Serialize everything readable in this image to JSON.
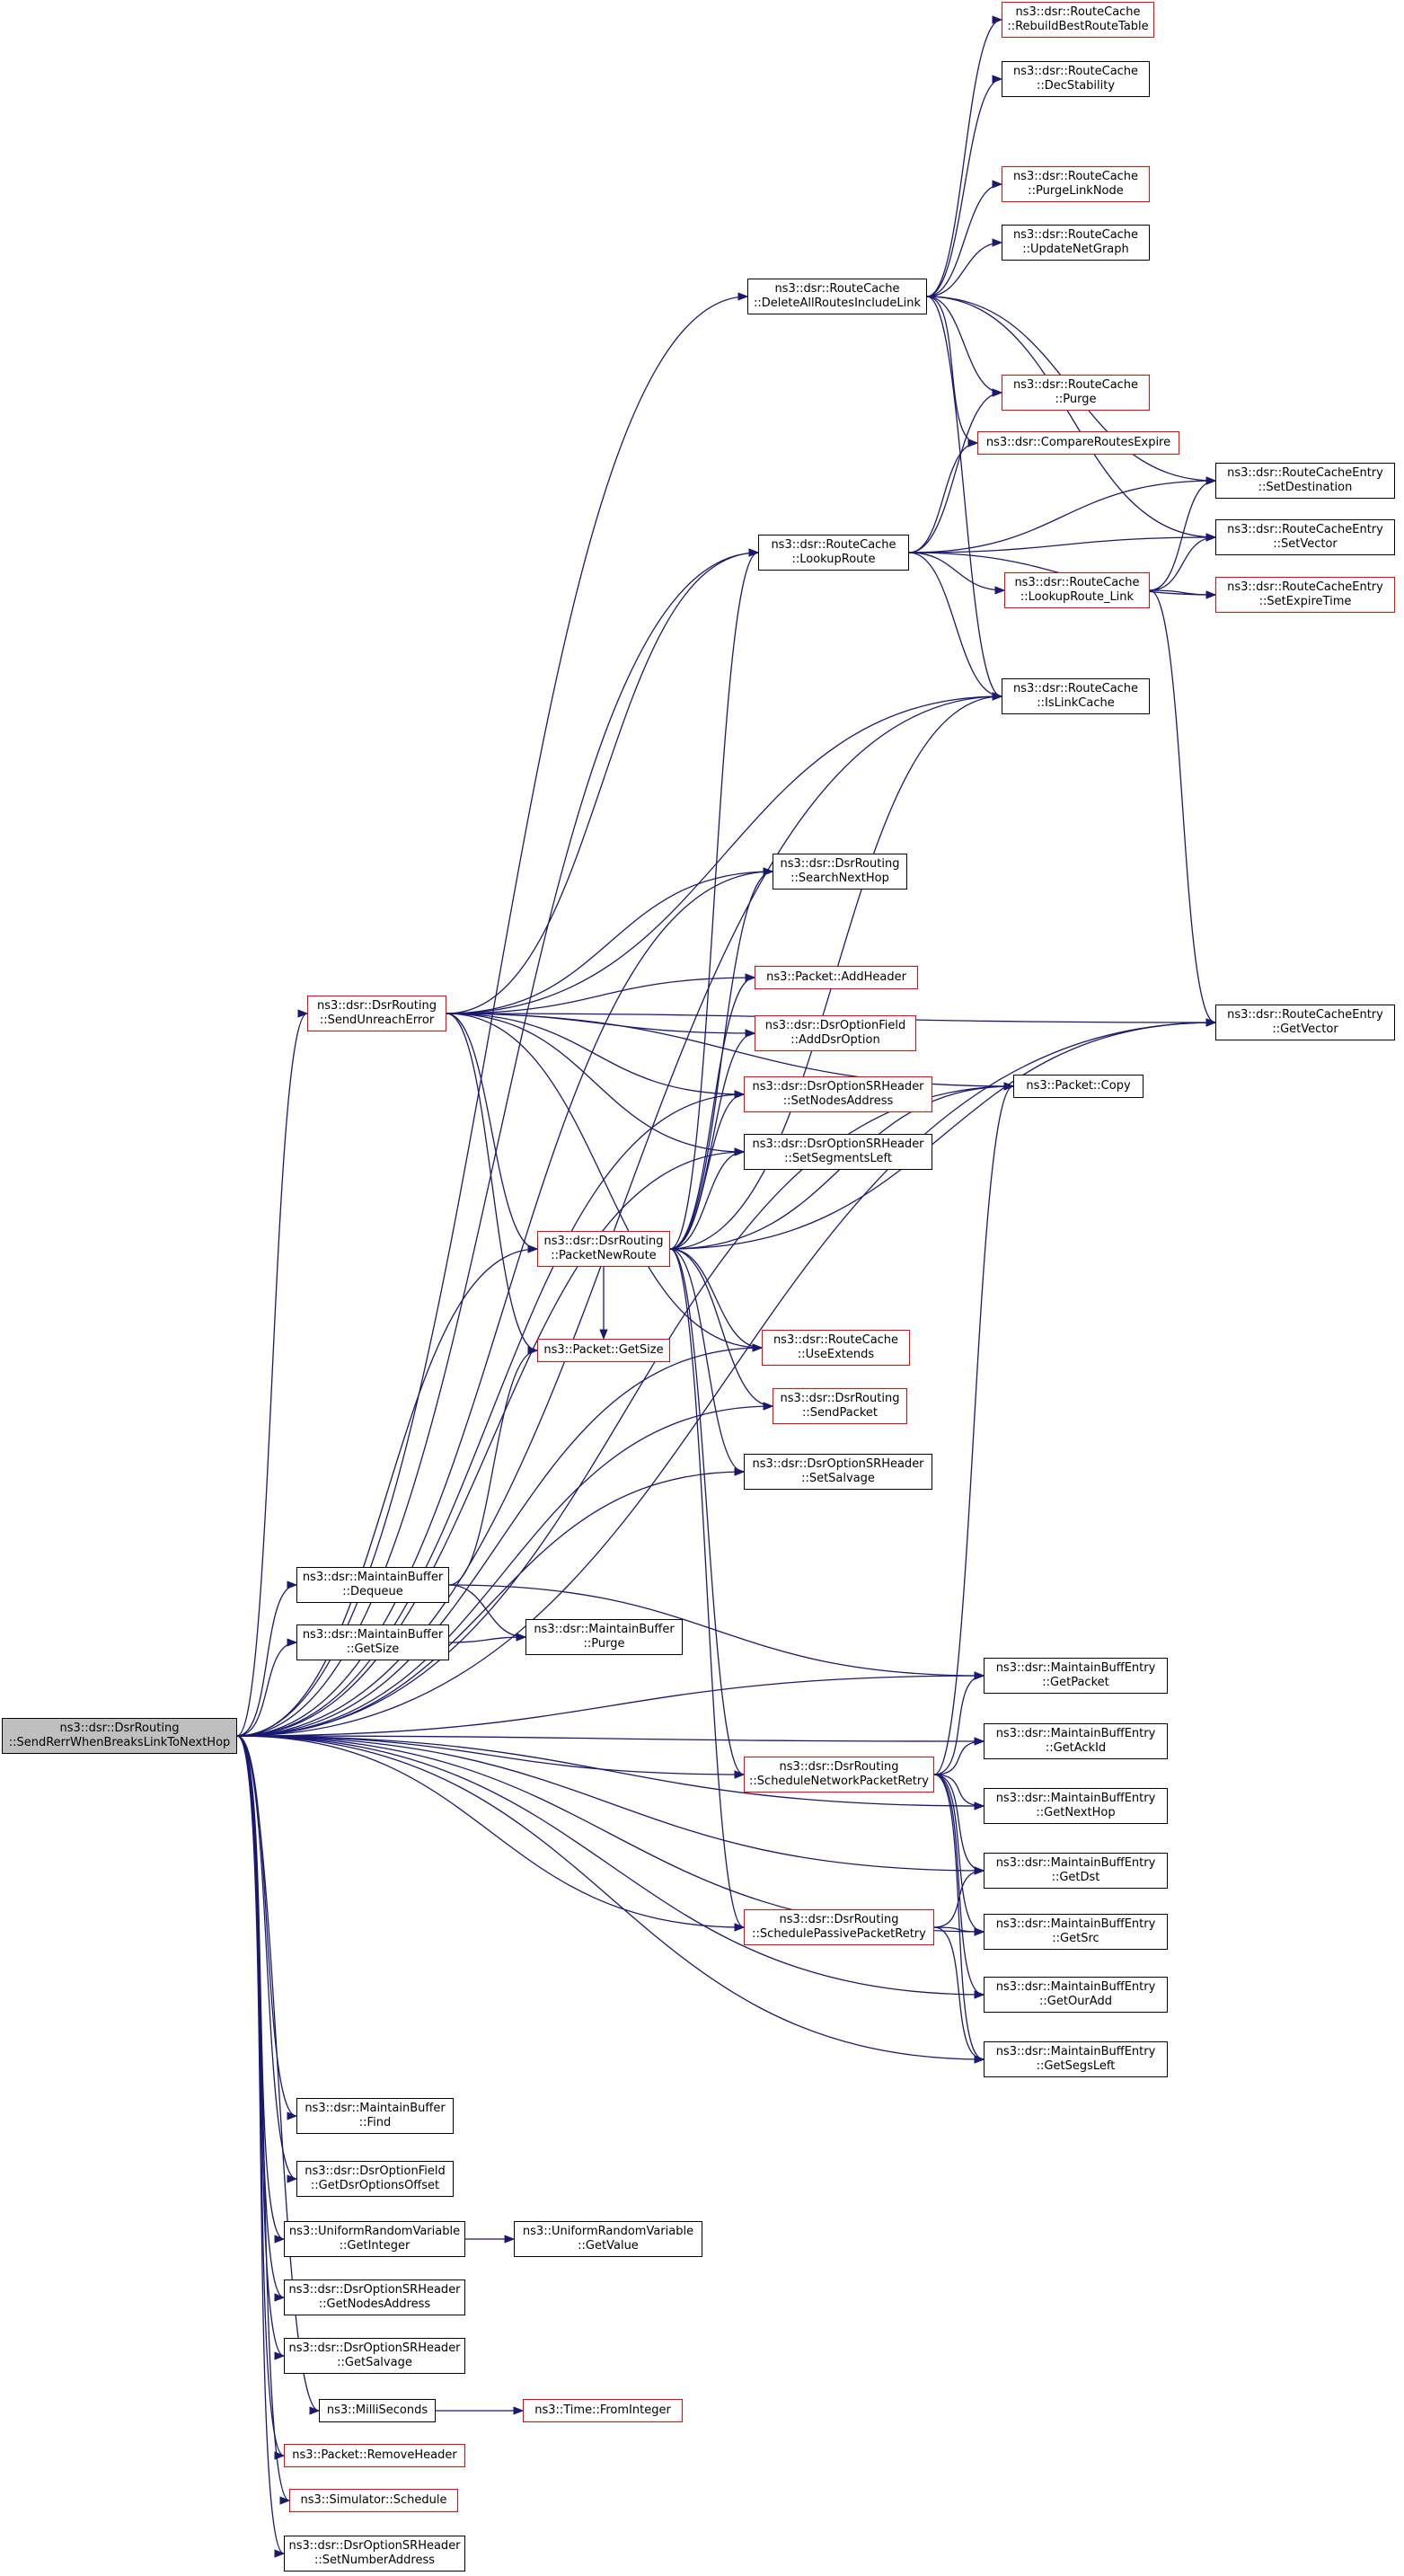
{
  "graph": {
    "edge_color": "#191970",
    "nodes": [
      {
        "id": "root",
        "l1": "ns3::dsr::DsrRouting",
        "l2": "::SendRerrWhenBreaksLinkToNextHop",
        "border": "#000000",
        "root": true
      },
      {
        "id": "rebuild",
        "l1": "ns3::dsr::RouteCache",
        "l2": "::RebuildBestRouteTable",
        "border": "#ff0000"
      },
      {
        "id": "decstab",
        "l1": "ns3::dsr::RouteCache",
        "l2": "::DecStability",
        "border": "#000000"
      },
      {
        "id": "purgelink",
        "l1": "ns3::dsr::RouteCache",
        "l2": "::PurgeLinkNode",
        "border": "#ff0000"
      },
      {
        "id": "updatenet",
        "l1": "ns3::dsr::RouteCache",
        "l2": "::UpdateNetGraph",
        "border": "#000000"
      },
      {
        "id": "delall",
        "l1": "ns3::dsr::RouteCache",
        "l2": "::DeleteAllRoutesIncludeLink",
        "border": "#000000"
      },
      {
        "id": "rcpurge",
        "l1": "ns3::dsr::RouteCache",
        "l2": "::Purge",
        "border": "#ff0000"
      },
      {
        "id": "cmpexpire",
        "l1": "ns3::dsr::CompareRoutesExpire",
        "l2": "",
        "border": "#ff0000"
      },
      {
        "id": "setdest",
        "l1": "ns3::dsr::RouteCacheEntry",
        "l2": "::SetDestination",
        "border": "#000000"
      },
      {
        "id": "setvec",
        "l1": "ns3::dsr::RouteCacheEntry",
        "l2": "::SetVector",
        "border": "#000000"
      },
      {
        "id": "lookup",
        "l1": "ns3::dsr::RouteCache",
        "l2": "::LookupRoute",
        "border": "#000000"
      },
      {
        "id": "lookuplink",
        "l1": "ns3::dsr::RouteCache",
        "l2": "::LookupRoute_Link",
        "border": "#ff0000"
      },
      {
        "id": "setexpire",
        "l1": "ns3::dsr::RouteCacheEntry",
        "l2": "::SetExpireTime",
        "border": "#ff0000"
      },
      {
        "id": "islink",
        "l1": "ns3::dsr::RouteCache",
        "l2": "::IsLinkCache",
        "border": "#000000"
      },
      {
        "id": "searchnext",
        "l1": "ns3::dsr::DsrRouting",
        "l2": "::SearchNextHop",
        "border": "#000000"
      },
      {
        "id": "addheader",
        "l1": "ns3::Packet::AddHeader",
        "l2": "",
        "border": "#ff0000"
      },
      {
        "id": "sendunreach",
        "l1": "ns3::dsr::DsrRouting",
        "l2": "::SendUnreachError",
        "border": "#ff0000"
      },
      {
        "id": "adddsropt",
        "l1": "ns3::dsr::DsrOptionField",
        "l2": "::AddDsrOption",
        "border": "#ff0000"
      },
      {
        "id": "getvec",
        "l1": "ns3::dsr::RouteCacheEntry",
        "l2": "::GetVector",
        "border": "#000000"
      },
      {
        "id": "setnodes",
        "l1": "ns3::dsr::DsrOptionSRHeader",
        "l2": "::SetNodesAddress",
        "border": "#ff0000"
      },
      {
        "id": "pcopy",
        "l1": "ns3::Packet::Copy",
        "l2": "",
        "border": "#000000"
      },
      {
        "id": "setseg",
        "l1": "ns3::dsr::DsrOptionSRHeader",
        "l2": "::SetSegmentsLeft",
        "border": "#000000"
      },
      {
        "id": "pnewroute",
        "l1": "ns3::dsr::DsrRouting",
        "l2": "::PacketNewRoute",
        "border": "#ff0000"
      },
      {
        "id": "pgetsize",
        "l1": "ns3::Packet::GetSize",
        "l2": "",
        "border": "#ff0000"
      },
      {
        "id": "useext",
        "l1": "ns3::dsr::RouteCache",
        "l2": "::UseExtends",
        "border": "#ff0000"
      },
      {
        "id": "sendpkt",
        "l1": "ns3::dsr::DsrRouting",
        "l2": "::SendPacket",
        "border": "#ff0000"
      },
      {
        "id": "setsalv",
        "l1": "ns3::dsr::DsrOptionSRHeader",
        "l2": "::SetSalvage",
        "border": "#000000"
      },
      {
        "id": "mbdeq",
        "l1": "ns3::dsr::MaintainBuffer",
        "l2": "::Dequeue",
        "border": "#000000"
      },
      {
        "id": "mbpurge",
        "l1": "ns3::dsr::MaintainBuffer",
        "l2": "::Purge",
        "border": "#000000"
      },
      {
        "id": "mbgetsize",
        "l1": "ns3::dsr::MaintainBuffer",
        "l2": "::GetSize",
        "border": "#000000"
      },
      {
        "id": "mbegetpkt",
        "l1": "ns3::dsr::MaintainBuffEntry",
        "l2": "::GetPacket",
        "border": "#000000"
      },
      {
        "id": "mbegetack",
        "l1": "ns3::dsr::MaintainBuffEntry",
        "l2": "::GetAckId",
        "border": "#000000"
      },
      {
        "id": "schednet",
        "l1": "ns3::dsr::DsrRouting",
        "l2": "::ScheduleNetworkPacketRetry",
        "border": "#ff0000"
      },
      {
        "id": "mbegetnext",
        "l1": "ns3::dsr::MaintainBuffEntry",
        "l2": "::GetNextHop",
        "border": "#000000"
      },
      {
        "id": "mbegetdst",
        "l1": "ns3::dsr::MaintainBuffEntry",
        "l2": "::GetDst",
        "border": "#000000"
      },
      {
        "id": "schedpass",
        "l1": "ns3::dsr::DsrRouting",
        "l2": "::SchedulePassivePacketRetry",
        "border": "#ff0000"
      },
      {
        "id": "mbegetsrc",
        "l1": "ns3::dsr::MaintainBuffEntry",
        "l2": "::GetSrc",
        "border": "#000000"
      },
      {
        "id": "mbegetour",
        "l1": "ns3::dsr::MaintainBuffEntry",
        "l2": "::GetOurAdd",
        "border": "#000000"
      },
      {
        "id": "mbegetsegs",
        "l1": "ns3::dsr::MaintainBuffEntry",
        "l2": "::GetSegsLeft",
        "border": "#000000"
      },
      {
        "id": "mbfind",
        "l1": "ns3::dsr::MaintainBuffer",
        "l2": "::Find",
        "border": "#000000"
      },
      {
        "id": "getdsroff",
        "l1": "ns3::dsr::DsrOptionField",
        "l2": "::GetDsrOptionsOffset",
        "border": "#000000"
      },
      {
        "id": "urvgetint",
        "l1": "ns3::UniformRandomVariable",
        "l2": "::GetInteger",
        "border": "#000000"
      },
      {
        "id": "urvgetval",
        "l1": "ns3::UniformRandomVariable",
        "l2": "::GetValue",
        "border": "#000000"
      },
      {
        "id": "getnodes",
        "l1": "ns3::dsr::DsrOptionSRHeader",
        "l2": "::GetNodesAddress",
        "border": "#000000"
      },
      {
        "id": "getsalv",
        "l1": "ns3::dsr::DsrOptionSRHeader",
        "l2": "::GetSalvage",
        "border": "#000000"
      },
      {
        "id": "millis",
        "l1": "ns3::MilliSeconds",
        "l2": "",
        "border": "#000000"
      },
      {
        "id": "fromint",
        "l1": "ns3::Time::FromInteger",
        "l2": "",
        "border": "#ff0000"
      },
      {
        "id": "removehdr",
        "l1": "ns3::Packet::RemoveHeader",
        "l2": "",
        "border": "#ff0000"
      },
      {
        "id": "schedule",
        "l1": "ns3::Simulator::Schedule",
        "l2": "",
        "border": "#ff0000"
      },
      {
        "id": "setnumaddr",
        "l1": "ns3::dsr::DsrOptionSRHeader",
        "l2": "::SetNumberAddress",
        "border": "#000000"
      }
    ],
    "edges": [
      [
        "root",
        "delall"
      ],
      [
        "root",
        "lookup"
      ],
      [
        "root",
        "islink"
      ],
      [
        "root",
        "pcopy"
      ],
      [
        "root",
        "searchnext"
      ],
      [
        "root",
        "sendunreach"
      ],
      [
        "root",
        "setnodes"
      ],
      [
        "root",
        "setseg"
      ],
      [
        "root",
        "pnewroute"
      ],
      [
        "root",
        "useext"
      ],
      [
        "root",
        "sendpkt"
      ],
      [
        "root",
        "setsalv"
      ],
      [
        "root",
        "getvec"
      ],
      [
        "root",
        "mbdeq"
      ],
      [
        "root",
        "mbgetsize"
      ],
      [
        "root",
        "mbegetpkt"
      ],
      [
        "root",
        "mbegetack"
      ],
      [
        "root",
        "schednet"
      ],
      [
        "root",
        "mbegetnext"
      ],
      [
        "root",
        "mbegetdst"
      ],
      [
        "root",
        "schedpass"
      ],
      [
        "root",
        "mbegetsrc"
      ],
      [
        "root",
        "mbegetour"
      ],
      [
        "root",
        "mbegetsegs"
      ],
      [
        "root",
        "mbfind"
      ],
      [
        "root",
        "getdsroff"
      ],
      [
        "root",
        "urvgetint"
      ],
      [
        "root",
        "getnodes"
      ],
      [
        "root",
        "getsalv"
      ],
      [
        "root",
        "millis"
      ],
      [
        "root",
        "removehdr"
      ],
      [
        "root",
        "schedule"
      ],
      [
        "root",
        "setnumaddr"
      ],
      [
        "delall",
        "rebuild"
      ],
      [
        "delall",
        "decstab"
      ],
      [
        "delall",
        "purgelink"
      ],
      [
        "delall",
        "updatenet"
      ],
      [
        "delall",
        "rcpurge"
      ],
      [
        "delall",
        "cmpexpire"
      ],
      [
        "delall",
        "setdest"
      ],
      [
        "delall",
        "setvec"
      ],
      [
        "delall",
        "islink"
      ],
      [
        "lookup",
        "rcpurge"
      ],
      [
        "lookup",
        "cmpexpire"
      ],
      [
        "lookup",
        "setdest"
      ],
      [
        "lookup",
        "setvec"
      ],
      [
        "lookup",
        "lookuplink"
      ],
      [
        "lookup",
        "setexpire"
      ],
      [
        "lookup",
        "islink"
      ],
      [
        "lookuplink",
        "setdest"
      ],
      [
        "lookuplink",
        "setvec"
      ],
      [
        "lookuplink",
        "setexpire"
      ],
      [
        "lookuplink",
        "getvec"
      ],
      [
        "sendunreach",
        "lookup"
      ],
      [
        "sendunreach",
        "islink"
      ],
      [
        "sendunreach",
        "searchnext"
      ],
      [
        "sendunreach",
        "addheader"
      ],
      [
        "sendunreach",
        "adddsropt"
      ],
      [
        "sendunreach",
        "getvec"
      ],
      [
        "sendunreach",
        "setnodes"
      ],
      [
        "sendunreach",
        "pcopy"
      ],
      [
        "sendunreach",
        "setseg"
      ],
      [
        "sendunreach",
        "pnewroute"
      ],
      [
        "sendunreach",
        "pgetsize"
      ],
      [
        "sendunreach",
        "useext"
      ],
      [
        "pnewroute",
        "lookup"
      ],
      [
        "pnewroute",
        "islink"
      ],
      [
        "pnewroute",
        "searchnext"
      ],
      [
        "pnewroute",
        "addheader"
      ],
      [
        "pnewroute",
        "adddsropt"
      ],
      [
        "pnewroute",
        "getvec"
      ],
      [
        "pnewroute",
        "setnodes"
      ],
      [
        "pnewroute",
        "pcopy"
      ],
      [
        "pnewroute",
        "setseg"
      ],
      [
        "pnewroute",
        "pgetsize"
      ],
      [
        "pnewroute",
        "useext"
      ],
      [
        "pnewroute",
        "sendpkt"
      ],
      [
        "pnewroute",
        "setsalv"
      ],
      [
        "pnewroute",
        "schednet"
      ],
      [
        "pnewroute",
        "schedpass"
      ],
      [
        "mbdeq",
        "pgetsize"
      ],
      [
        "mbdeq",
        "mbpurge"
      ],
      [
        "mbdeq",
        "mbegetpkt"
      ],
      [
        "mbgetsize",
        "mbpurge"
      ],
      [
        "schednet",
        "pcopy"
      ],
      [
        "schednet",
        "mbegetpkt"
      ],
      [
        "schednet",
        "mbegetack"
      ],
      [
        "schednet",
        "mbegetnext"
      ],
      [
        "schednet",
        "mbegetdst"
      ],
      [
        "schednet",
        "mbegetsrc"
      ],
      [
        "schednet",
        "mbegetour"
      ],
      [
        "schednet",
        "mbegetsegs"
      ],
      [
        "schedpass",
        "mbegetdst"
      ],
      [
        "schedpass",
        "mbegetsrc"
      ],
      [
        "schedpass",
        "mbegetsegs"
      ],
      [
        "urvgetint",
        "urvgetval"
      ],
      [
        "millis",
        "fromint"
      ]
    ]
  }
}
